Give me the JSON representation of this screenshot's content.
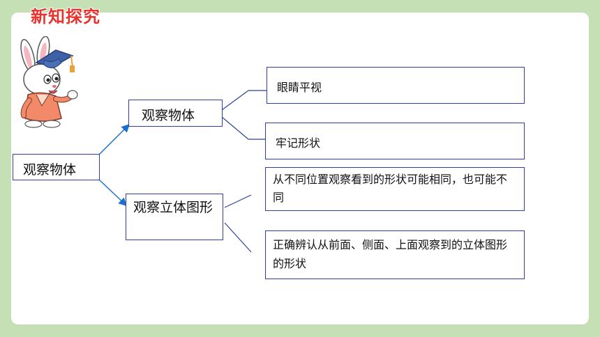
{
  "header": {
    "title": "新知探究"
  },
  "mindmap": {
    "root": "观察物体",
    "branches": [
      {
        "label": "观察物体",
        "leaves": [
          "眼睛平视",
          "牢记形状"
        ]
      },
      {
        "label": "观察立体图形",
        "leaves": [
          "从不同位置观察看到的形状可能相同，也可能不同",
          "正确辨认从前面、侧面、上面观察到的立体图形的形状"
        ]
      }
    ]
  },
  "colors": {
    "background": "#c5e0b4",
    "title": "#e8322e",
    "box_border": "#2f3f9e",
    "connector": "#2f3f9e",
    "arrow": "#1f6fd0"
  }
}
